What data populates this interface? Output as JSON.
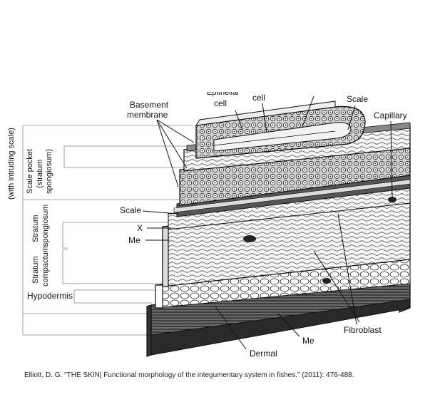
{
  "labels": {
    "epithelial_cell": "Epithelial",
    "epithelial_cell_2": "cell",
    "cell": "cell",
    "scale_top": "Scale",
    "capillary": "Capillary",
    "basement_1": "Basement",
    "basement_2": "membrane",
    "scale_left": "Scale",
    "x": "X",
    "me_left": "Me",
    "fibroblast": "Fibroblast",
    "me_bottom": "Me",
    "dermal": "Dermal",
    "hypodermis": "Hypodermis"
  },
  "side_labels": {
    "with_intruding_scale": "(with intruding scale)",
    "scale_pocket_1": "Scale pocket",
    "scale_pocket_2": "(stratum",
    "scale_pocket_3": "spongiosum)",
    "stratum_spongiosum_1": "Stratum",
    "stratum_spongiosum_2": "spongiosum",
    "stratum_compactum_1": "Stratum",
    "stratum_compactum_2": "compactum"
  },
  "caption": "Elliott, D. G. \"THE SKIN| Functional morphology of the integumentary system in fishes.\" (2011): 476-488.",
  "colors": {
    "ink": "#111111",
    "paper": "#ffffff",
    "cell_fill": "#d9d9d9",
    "dark": "#3a3a3a"
  }
}
